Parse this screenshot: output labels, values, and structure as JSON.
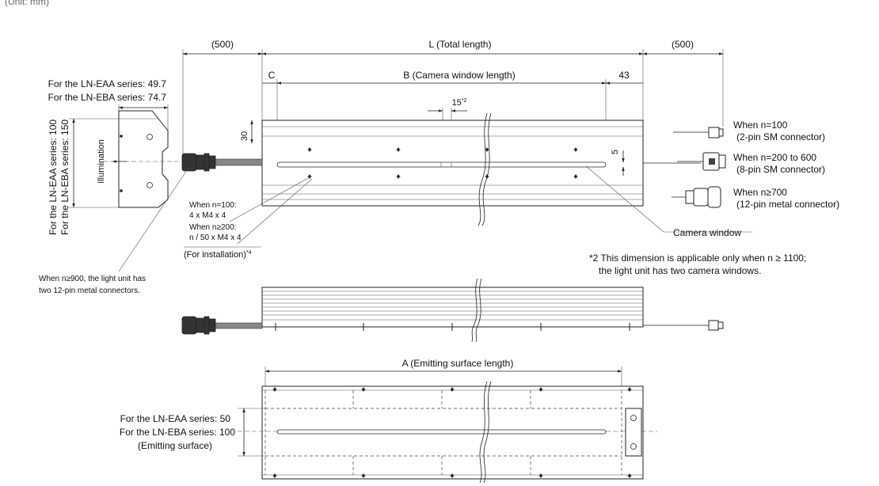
{
  "unit_note": "(Unit: mm)",
  "dims": {
    "left_500": "(500)",
    "total_length": "L (Total length)",
    "right_500": "(500)",
    "c": "C",
    "camera_window_length": "B (Camera window length)",
    "d43": "43",
    "d15": "15",
    "d15_note": "*2",
    "d30": "30",
    "d5": "5",
    "emitting_length": "A (Emitting surface length)"
  },
  "illumination": {
    "eaa_width": "For the LN-EAA series: 49.7",
    "eba_width": "For the LN-EBA series: 74.7",
    "eaa_height": "For the LN-EAA series: 100",
    "eba_height": "For the LN-EBA series: 150",
    "label": "Illumination"
  },
  "mounting": {
    "n100_title": "When n=100:",
    "n100_value": "4 x M4 x 4",
    "n200_title": "When n≥200:",
    "n200_value": "n / 50 x M4 x 4",
    "for_install": "(For installation)",
    "for_install_note": "*4"
  },
  "connectors": {
    "n100_title": "When n=100",
    "n100_type": "(2-pin SM connector)",
    "n200_title": "When n=200 to 600",
    "n200_type": "(8-pin SM connector)",
    "n700_title": "When n≥700",
    "n700_type": "(12-pin metal connector)"
  },
  "camera_window_label": "Camera window",
  "n900_note_line1": "When n≥900, the light unit has",
  "n900_note_line2": "two 12-pin metal connectors.",
  "note2_line1": "*2 This dimension is applicable only when n ≥ 1100;",
  "note2_line2": "the light unit has two camera windows.",
  "emitting": {
    "eaa": "For the LN-EAA series: 50",
    "eba": "For the LN-EBA series: 100",
    "surface": "(Emitting surface)"
  }
}
